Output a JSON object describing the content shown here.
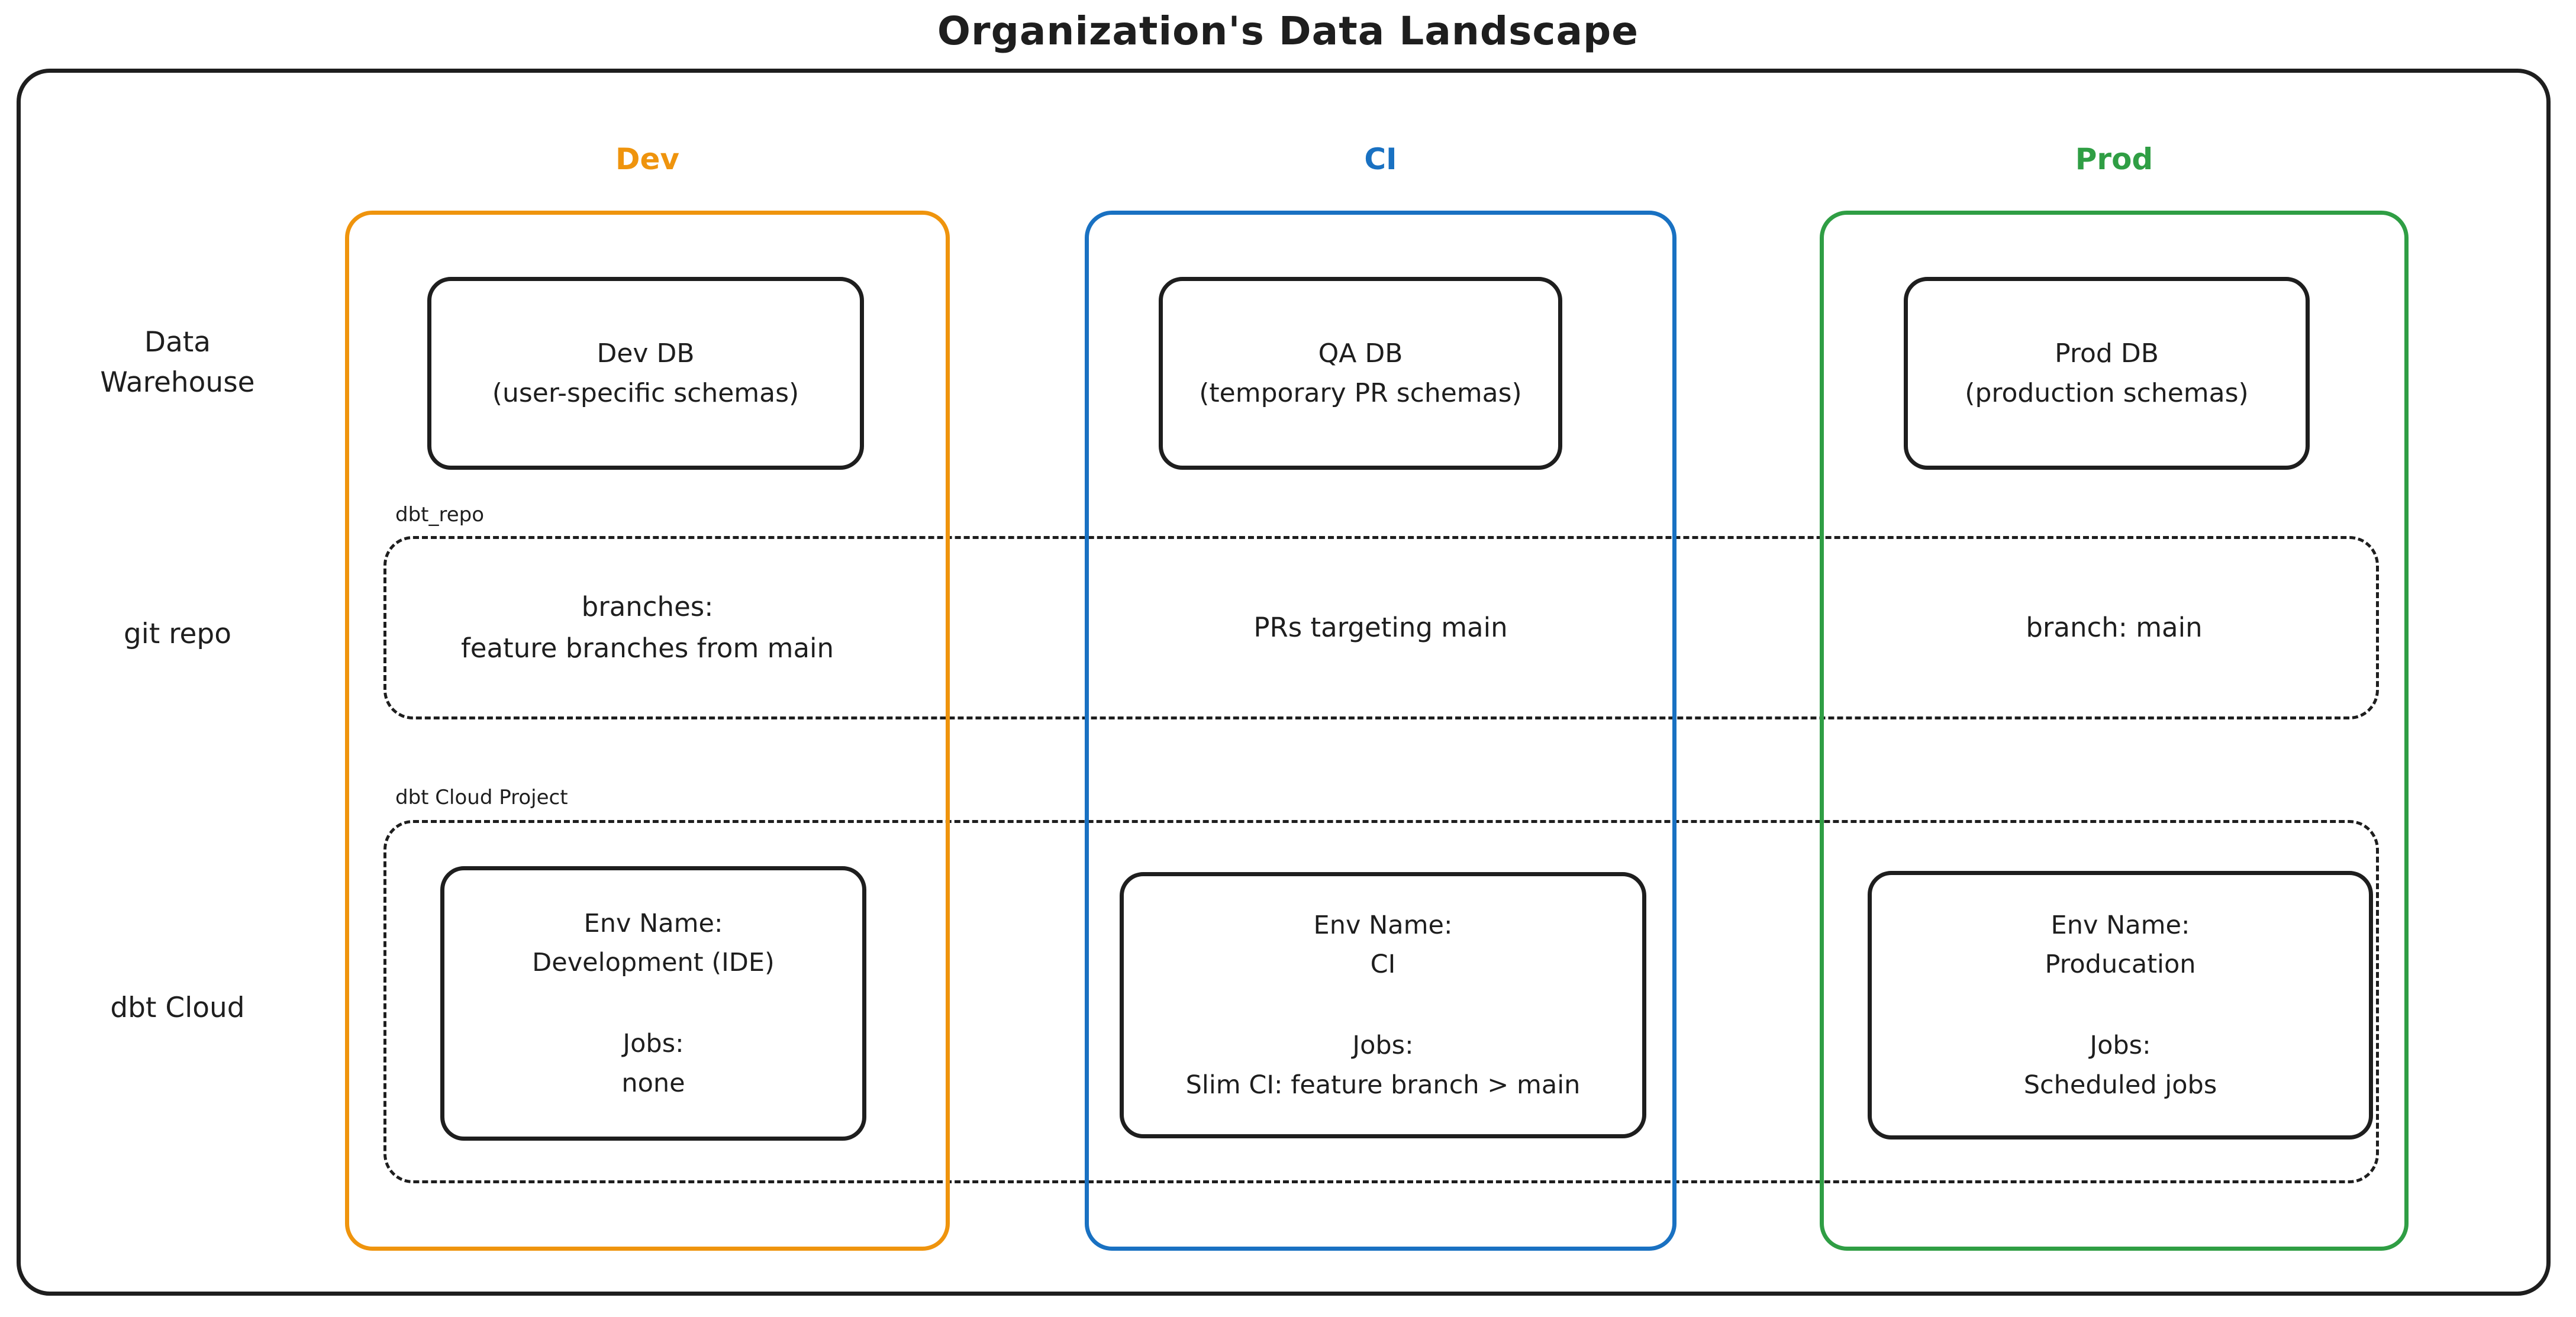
{
  "title": "Organization's Data Landscape",
  "colors": {
    "dev_accent": "#ef940d",
    "ci_accent": "#1971c2",
    "prod_accent": "#2f9e44",
    "ink": "#1e1e1e"
  },
  "columns": {
    "dev": {
      "label": "Dev"
    },
    "ci": {
      "label": "CI"
    },
    "prod": {
      "label": "Prod"
    }
  },
  "row_labels": {
    "warehouse": "Data\nWarehouse",
    "git": "git repo",
    "dbt": "dbt Cloud"
  },
  "warehouse": {
    "dev": {
      "name": "Dev DB",
      "detail": "(user-specific schemas)"
    },
    "ci": {
      "name": "QA DB",
      "detail": "(temporary PR schemas)"
    },
    "prod": {
      "name": "Prod DB",
      "detail": "(production schemas)"
    }
  },
  "git": {
    "container_label": "dbt_repo",
    "dev": "branches:\nfeature branches from main",
    "ci": "PRs targeting main",
    "prod": "branch: main"
  },
  "dbt": {
    "container_label": "dbt Cloud Project",
    "dev": {
      "env_label": "Env Name:",
      "env": "Development (IDE)",
      "jobs_label": "Jobs:",
      "jobs": "none"
    },
    "ci": {
      "env_label": "Env Name:",
      "env": "CI",
      "jobs_label": "Jobs:",
      "jobs": "Slim CI: feature branch > main"
    },
    "prod": {
      "env_label": "Env Name:",
      "env": "Producation",
      "jobs_label": "Jobs:",
      "jobs": "Scheduled jobs"
    }
  }
}
